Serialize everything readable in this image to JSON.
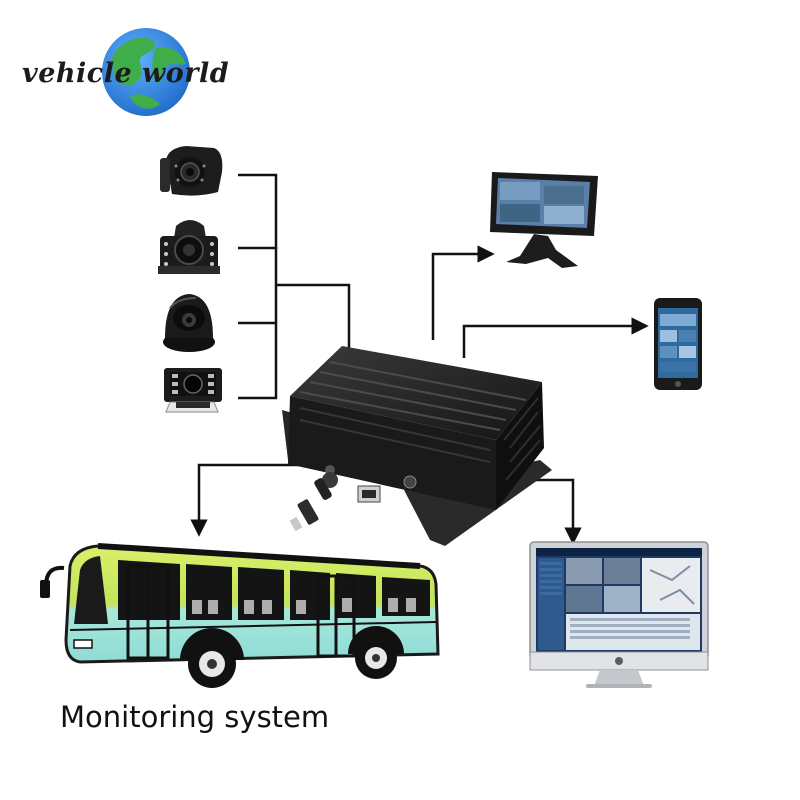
{
  "logo": {
    "text": "vehicle world",
    "globe_colors": {
      "ocean": "#2f7fd8",
      "land": "#3fae4a"
    }
  },
  "caption": "Monitoring system",
  "inputs": [
    {
      "name": "side-mount-camera",
      "icon": "side-camera-icon"
    },
    {
      "name": "side-view-ir-camera",
      "icon": "ir-camera-icon"
    },
    {
      "name": "dome-camera",
      "icon": "dome-camera-icon"
    },
    {
      "name": "rear-view-camera",
      "icon": "rear-camera-icon"
    }
  ],
  "center": {
    "name": "mobile-dvr",
    "icon": "mdvr-icon"
  },
  "outputs": [
    {
      "name": "car-monitor",
      "icon": "monitor-icon"
    },
    {
      "name": "smartphone",
      "icon": "phone-icon"
    },
    {
      "name": "bus",
      "icon": "bus-icon"
    },
    {
      "name": "desktop-computer",
      "icon": "computer-icon"
    }
  ],
  "colors": {
    "line": "#111111",
    "device": "#1b1b1b",
    "bus_top": "#c6e856",
    "bus_bottom": "#9ee3df",
    "screen": "#3d6fb0"
  }
}
